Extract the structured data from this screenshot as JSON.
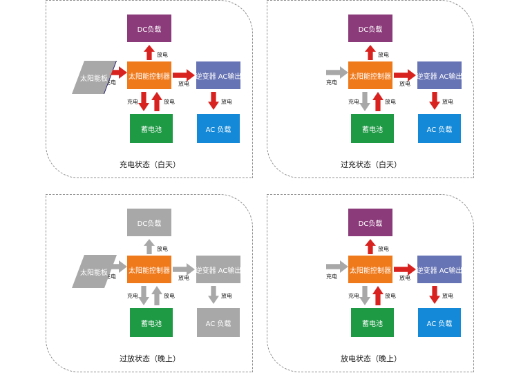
{
  "colors": {
    "active_arrow": "#d8221f",
    "inactive_arrow": "#a8a8a8",
    "inactive_node": "#a8a8a8",
    "dc_load": "#8b3a7a",
    "controller": "#ef7a1c",
    "inverter": "#6673b4",
    "battery": "#1e9a45",
    "ac_load": "#1389d8",
    "solar_active": "#231a6b"
  },
  "nodes": {
    "solar": "太阳能板",
    "controller": "太阳能控制器",
    "dc_load": "DC负载",
    "inverter": "逆变器 AC输出",
    "battery": "蓄电池",
    "ac_load": "AC 负载"
  },
  "edge_labels": {
    "charge": "充电",
    "discharge": "放电"
  },
  "panels": [
    {
      "caption": "充电状态（白天）",
      "active": {
        "solar": true,
        "dc_load": true,
        "inverter": true,
        "ac_load": true
      },
      "arrows": {
        "solar_to_controller": true,
        "controller_to_dc": true,
        "controller_to_inverter": true,
        "inverter_to_ac": true,
        "controller_to_battery": true,
        "battery_to_controller": true
      }
    },
    {
      "caption": "过充状态（白天）",
      "active": {
        "solar": false,
        "dc_load": true,
        "inverter": true,
        "ac_load": true
      },
      "arrows": {
        "solar_to_controller": false,
        "controller_to_dc": true,
        "controller_to_inverter": true,
        "inverter_to_ac": true,
        "controller_to_battery": false,
        "battery_to_controller": true
      }
    },
    {
      "caption": "过放状态（晚上）",
      "active": {
        "solar": false,
        "dc_load": false,
        "inverter": false,
        "ac_load": false
      },
      "arrows": {
        "solar_to_controller": false,
        "controller_to_dc": false,
        "controller_to_inverter": false,
        "inverter_to_ac": false,
        "controller_to_battery": false,
        "battery_to_controller": false
      }
    },
    {
      "caption": "放电状态（晚上）",
      "active": {
        "solar": false,
        "dc_load": true,
        "inverter": true,
        "ac_load": true
      },
      "arrows": {
        "solar_to_controller": false,
        "controller_to_dc": true,
        "controller_to_inverter": true,
        "inverter_to_ac": true,
        "controller_to_battery": false,
        "battery_to_controller": true
      }
    }
  ]
}
